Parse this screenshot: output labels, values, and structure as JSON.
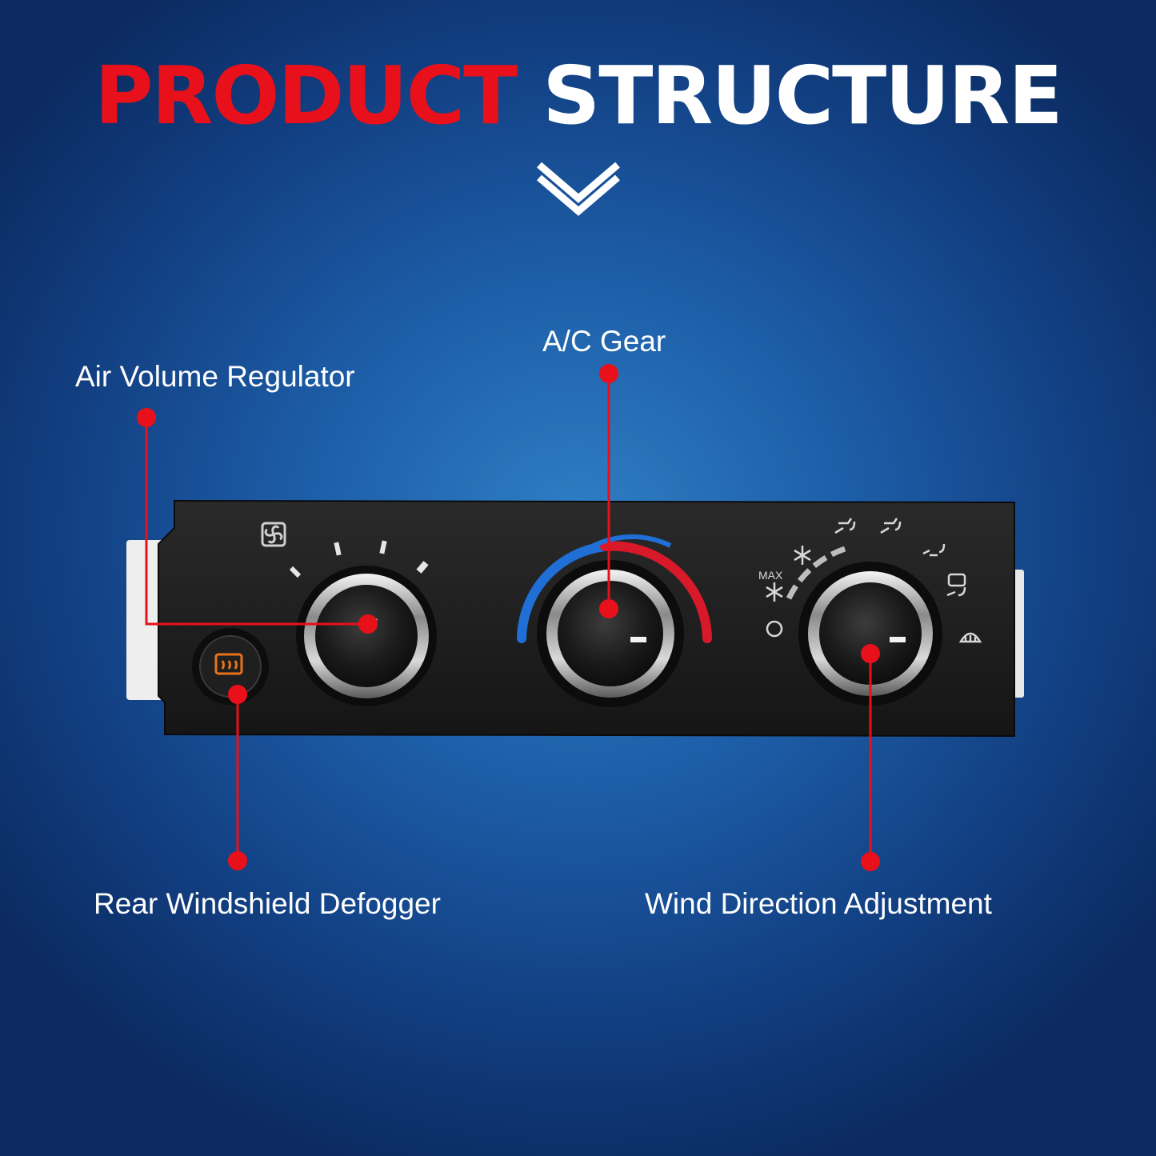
{
  "header": {
    "title_part1": "PRODUCT",
    "title_part2": "STRUCTURE",
    "title_color_1": "#e8101a",
    "title_color_2": "#ffffff",
    "chevron_icon": "double-chevron-down-icon"
  },
  "callouts": {
    "air_volume": "Air Volume Regulator",
    "ac_gear": "A/C Gear",
    "rear_defogger": "Rear Windshield Defogger",
    "wind_direction": "Wind Direction Adjustment",
    "marker_color": "#e8101a"
  },
  "panel": {
    "max_label": "MAX",
    "fan_icon": "fan-icon",
    "defog_icon": "rear-defrost-icon",
    "temperature_arc_colors": [
      "#1f6fd6",
      "#d8192a"
    ],
    "mode_icons": [
      "snowflake-icon",
      "vent-face-icon",
      "vent-bilevel-icon",
      "vent-floor-icon",
      "vent-floor-defrost-icon",
      "defrost-icon",
      "off-circle-icon"
    ]
  }
}
